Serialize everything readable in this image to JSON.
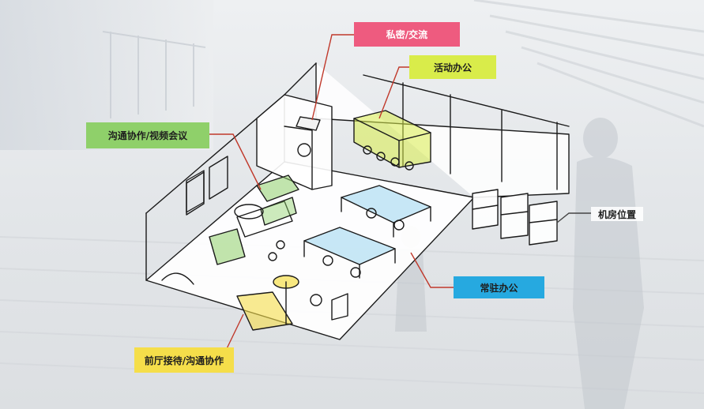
{
  "labels": {
    "private": "私密/交流",
    "activity": "活动办公",
    "comm": "沟通协作/视频会议",
    "server": "机房位置",
    "resident": "常驻办公",
    "reception": "前厅接待/沟通协作"
  },
  "colors": {
    "private": "#ee5b7f",
    "activity": "#d9ec4a",
    "comm": "#8fd06a",
    "resident": "#26a9e0",
    "reception": "#f5de4a",
    "leader_red": "#c0392b",
    "leader_dark": "#444444"
  },
  "icons": [
    "sketch-floor-plan"
  ]
}
